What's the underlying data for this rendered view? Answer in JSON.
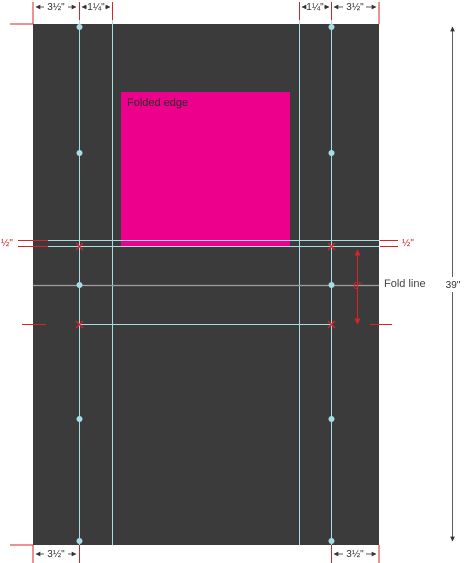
{
  "diagram": {
    "labels": {
      "folded_edge": "Folded edge",
      "fold_line": "Fold line"
    },
    "dimensions": {
      "top_left_margin": "3½\"",
      "top_left_inset": "1¼\"",
      "top_right_inset": "1¼\"",
      "top_right_margin": "3½\"",
      "bottom_left_margin": "3½\"",
      "bottom_right_margin": "3½\"",
      "left_half": "½\"",
      "right_half": "½\"",
      "fold_gap": "6\"",
      "total_height": "39\""
    },
    "colors": {
      "board": "#3b3b3b",
      "folded_panel": "#ec008c",
      "guide": "#a9dde6",
      "fold_line": "#9e9e9e",
      "dimension_red": "#d8232a",
      "dimension_dark": "#333333"
    }
  }
}
